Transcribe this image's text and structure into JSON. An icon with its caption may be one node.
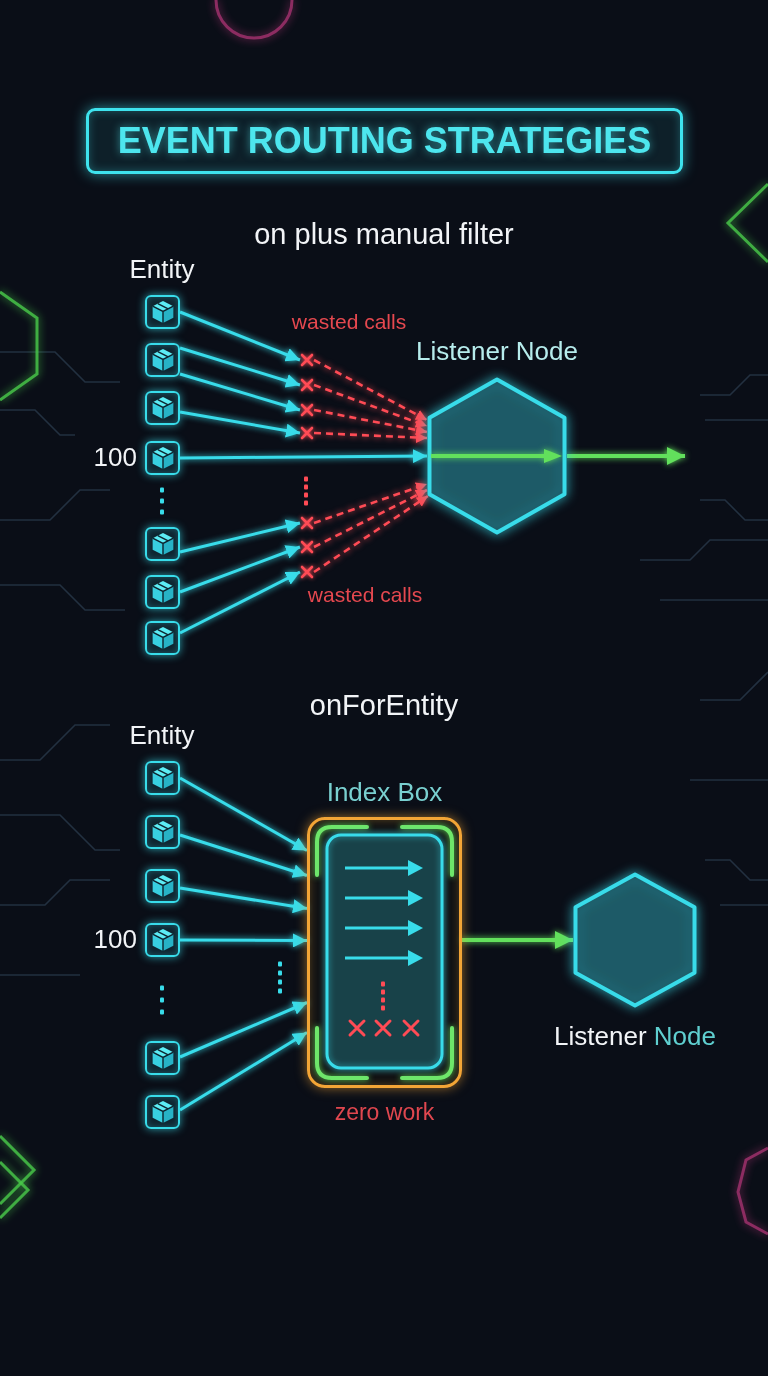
{
  "diagram": {
    "title": "EVENT ROUTING STRATEGIES",
    "nodes": [
      {
        "text": [],
        "shape": "box"
      },
      {
        "text": [],
        "shape": "box"
      },
      {
        "text": [],
        "shape": "box"
      },
      {
        "text": [],
        "shape": "box",
        "beside": [
          "100"
        ]
      },
      {
        "text": [],
        "shape": "box"
      },
      {
        "text": [],
        "shape": "box"
      },
      {
        "text": [],
        "shape": "box"
      },
      {
        "text": [],
        "shape": "cross"
      },
      {
        "text": [],
        "shape": "cross"
      },
      {
        "text": [],
        "shape": "cross"
      },
      {
        "text": [],
        "shape": "cross"
      },
      {
        "text": [],
        "shape": "cross"
      },
      {
        "text": [],
        "shape": "cross"
      },
      {
        "text": [],
        "shape": "cross"
      },
      {
        "text": [
          "Listener Node"
        ]
      },
      {
        "text": [],
        "shape": "box"
      },
      {
        "text": [],
        "shape": "box"
      },
      {
        "text": [],
        "shape": "box"
      },
      {
        "text": [],
        "shape": "box",
        "beside": [
          "100"
        ]
      },
      {
        "text": [],
        "shape": "box"
      },
      {
        "text": [],
        "shape": "box"
      },
      {
        "text": [
          "Index Box"
        ],
        "beside": [
          "zero work"
        ]
      },
      {
        "text": [
          "Listener",
          "Node"
        ]
      }
    ],
    "edges": [
      {
        "from": 0,
        "to": 7,
        "arrow": "to"
      },
      {
        "from": 1,
        "to": 8,
        "arrow": "to"
      },
      {
        "from": 1,
        "to": 9,
        "arrow": "to"
      },
      {
        "from": 2,
        "to": 10,
        "arrow": "to"
      },
      {
        "from": 3,
        "to": 14,
        "arrow": "to"
      },
      {
        "from": 4,
        "to": 11,
        "arrow": "to"
      },
      {
        "from": 5,
        "to": 12,
        "arrow": "to"
      },
      {
        "from": 6,
        "to": 13,
        "arrow": "to"
      },
      {
        "from": 7,
        "to": 14,
        "arrow": "to",
        "style": "dashed",
        "color": "#ff4b55"
      },
      {
        "from": 8,
        "to": 14,
        "arrow": "to",
        "style": "dashed",
        "color": "#ff4b55"
      },
      {
        "from": 9,
        "to": 14,
        "arrow": "to",
        "style": "dashed",
        "color": "#ff4b55"
      },
      {
        "from": 10,
        "to": 14,
        "arrow": "to",
        "style": "dashed",
        "color": "#ff4b55"
      },
      {
        "from": 11,
        "to": 14,
        "arrow": "to",
        "style": "dashed",
        "color": "#ff4b55"
      },
      {
        "from": 12,
        "to": 14,
        "arrow": "to",
        "style": "dashed",
        "color": "#ff4b55"
      },
      {
        "from": 13,
        "to": 14,
        "arrow": "to",
        "style": "dashed",
        "color": "#ff4b55"
      },
      {
        "from": 14,
        "to": null,
        "arrow": "to",
        "color": "#62e05c"
      },
      {
        "from": 15,
        "to": 21,
        "arrow": "to"
      },
      {
        "from": 16,
        "to": 21,
        "arrow": "to"
      },
      {
        "from": 17,
        "to": 21,
        "arrow": "to"
      },
      {
        "from": 18,
        "to": 21,
        "arrow": "to"
      },
      {
        "from": 19,
        "to": 21,
        "arrow": "to"
      },
      {
        "from": 20,
        "to": 21,
        "arrow": "to"
      },
      {
        "from": 21,
        "to": 22,
        "arrow": "to",
        "color": "#62e05c"
      }
    ],
    "labels": [
      "on plus manual filter",
      "Entity",
      "wasted calls",
      "wasted calls",
      "onForEntity",
      "Entity"
    ]
  }
}
